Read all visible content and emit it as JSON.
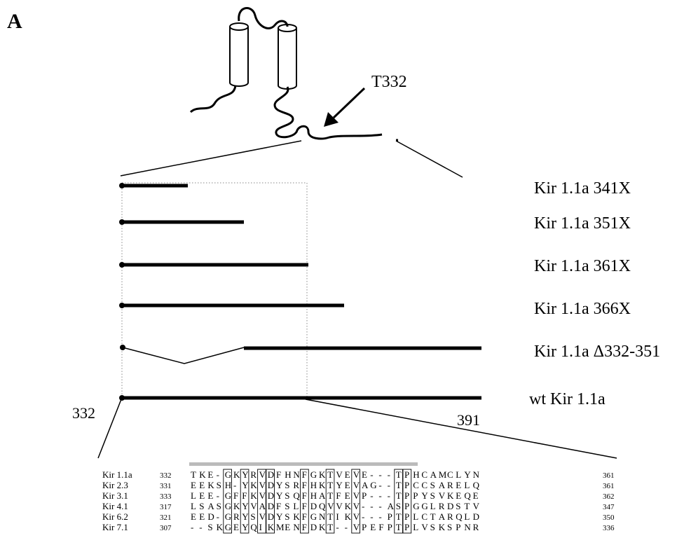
{
  "figure": {
    "panel_letter": "A",
    "site_label": "T332",
    "constructs": [
      "Kir 1.1a 341X",
      "Kir 1.1a 351X",
      "Kir 1.1a 361X",
      "Kir 1.1a 366X",
      "Kir 1.1a Δ332-351",
      "wt Kir 1.1a"
    ],
    "range_start": "332",
    "range_end": "391"
  },
  "alignment": {
    "rows": [
      {
        "name": "Kir 1.1a",
        "start": "332",
        "seq": "TKE-GKYRVDFHNFGKTVEVE---TPHCAMCLYN",
        "end": "361"
      },
      {
        "name": "Kir 2.3",
        "start": "331",
        "seq": "EEKSH-YKVDYSRFHKTYEVAG--TPCCSARELQ",
        "end": "361"
      },
      {
        "name": "Kir 3.1",
        "start": "333",
        "seq": "LEE-GFFKVDYSQFHATFEVP---TPPYSVKEQE",
        "end": "362"
      },
      {
        "name": "Kir 4.1",
        "start": "317",
        "seq": "LSASGKYVADFSLFDQVVKV---ASPGGLRDSTV",
        "end": "347"
      },
      {
        "name": "Kir 6.2",
        "start": "321",
        "seq": "EED-GRYSVDYSKFGNTIKV---PTPLCTARQLD",
        "end": "350"
      },
      {
        "name": "Kir 7.1",
        "start": "307",
        "seq": "--SKGEYQIKMENFDKT--VPEFPTPLVSKSPNR",
        "end": "336"
      }
    ]
  }
}
